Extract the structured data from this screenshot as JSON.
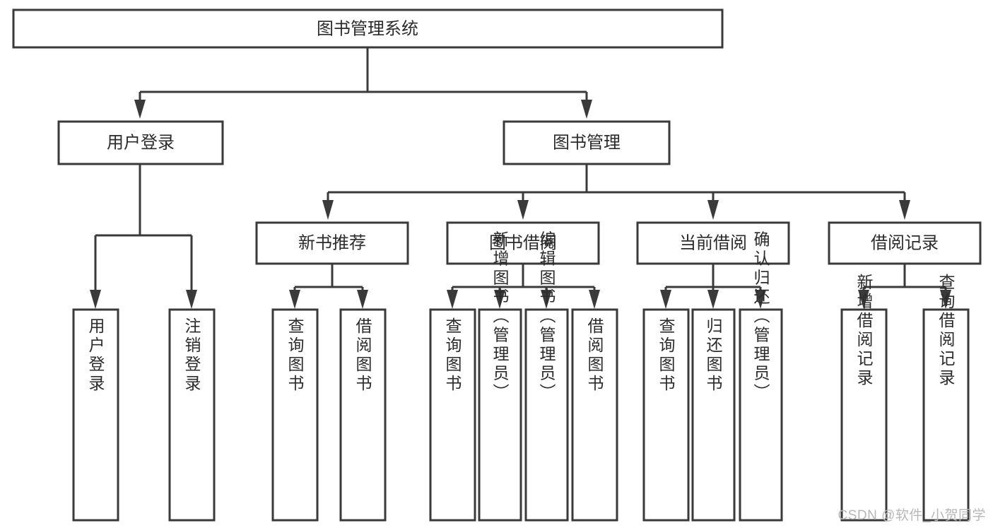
{
  "diagram": {
    "type": "tree-hierarchy-chart",
    "title": "图书管理系统",
    "orientation": "top-down",
    "colors": {
      "stroke": "#3a3a3a",
      "fill": "#ffffff",
      "text": "#2b2b2b",
      "background": "#ffffff",
      "watermark": "#b7b7b7"
    },
    "levels": {
      "level0": [
        "图书管理系统"
      ],
      "level1": [
        "用户登录",
        "图书管理"
      ],
      "level2": [
        "新书推荐",
        "图书借阅",
        "当前借阅",
        "借阅记录"
      ],
      "level3": [
        "用户登录",
        "注销登录",
        "查询图书",
        "借阅图书",
        "查询图书",
        "新增图书（管理员）",
        "编辑图书（管理员）",
        "借阅图书",
        "查询图书",
        "归还图书",
        "确认归还（管理员）",
        "新增借阅记录",
        "查询借阅记录"
      ]
    }
  },
  "root": {
    "label": "图书管理系统"
  },
  "branches": [
    {
      "id": "user-login",
      "label": "用户登录",
      "leaves": [
        {
          "id": "leaf-user-login",
          "label": "用户登录"
        },
        {
          "id": "leaf-logout",
          "label": "注销登录"
        }
      ]
    },
    {
      "id": "book-management",
      "label": "图书管理",
      "groups": [
        {
          "id": "new-book-recommend",
          "label": "新书推荐",
          "leaves": [
            {
              "id": "leaf-query-book-1",
              "label": "查询图书"
            },
            {
              "id": "leaf-borrow-book-1",
              "label": "借阅图书"
            }
          ]
        },
        {
          "id": "book-borrow",
          "label": "图书借阅",
          "leaves": [
            {
              "id": "leaf-query-book-2",
              "label": "查询图书"
            },
            {
              "id": "leaf-add-book",
              "label": "新增图书（管理员）"
            },
            {
              "id": "leaf-edit-book",
              "label": "编辑图书（管理员）"
            },
            {
              "id": "leaf-borrow-book-2",
              "label": "借阅图书"
            }
          ]
        },
        {
          "id": "current-borrow",
          "label": "当前借阅",
          "leaves": [
            {
              "id": "leaf-query-book-3",
              "label": "查询图书"
            },
            {
              "id": "leaf-return-book",
              "label": "归还图书"
            },
            {
              "id": "leaf-confirm-return",
              "label": "确认归还（管理员）"
            }
          ]
        },
        {
          "id": "borrow-records",
          "label": "借阅记录",
          "leaves": [
            {
              "id": "leaf-add-record",
              "label": "新增借阅记录"
            },
            {
              "id": "leaf-query-record",
              "label": "查询借阅记录"
            }
          ]
        }
      ]
    }
  ],
  "watermark": {
    "label": "CSDN @软件_小贺同学"
  }
}
